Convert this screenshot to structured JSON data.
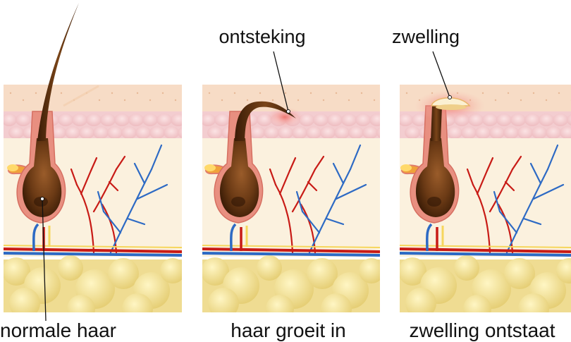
{
  "labels": {
    "panel1_caption": "normale haar",
    "panel2_caption": "haar groeit in",
    "panel3_caption": "zwelling ontstaat",
    "panel2_callout": "ontsteking",
    "panel3_callout": "zwelling"
  },
  "colors": {
    "epidermis_top": "#f7dcc6",
    "dermis_band": "#f3cdd0",
    "subcutis": "#fbf1de",
    "fat": "#e9d57f",
    "hair": "#5b3111",
    "follicle": "#e88f80",
    "artery": "#c81b16",
    "vein": "#2d6ac4",
    "inflammation": "#f38f86"
  }
}
